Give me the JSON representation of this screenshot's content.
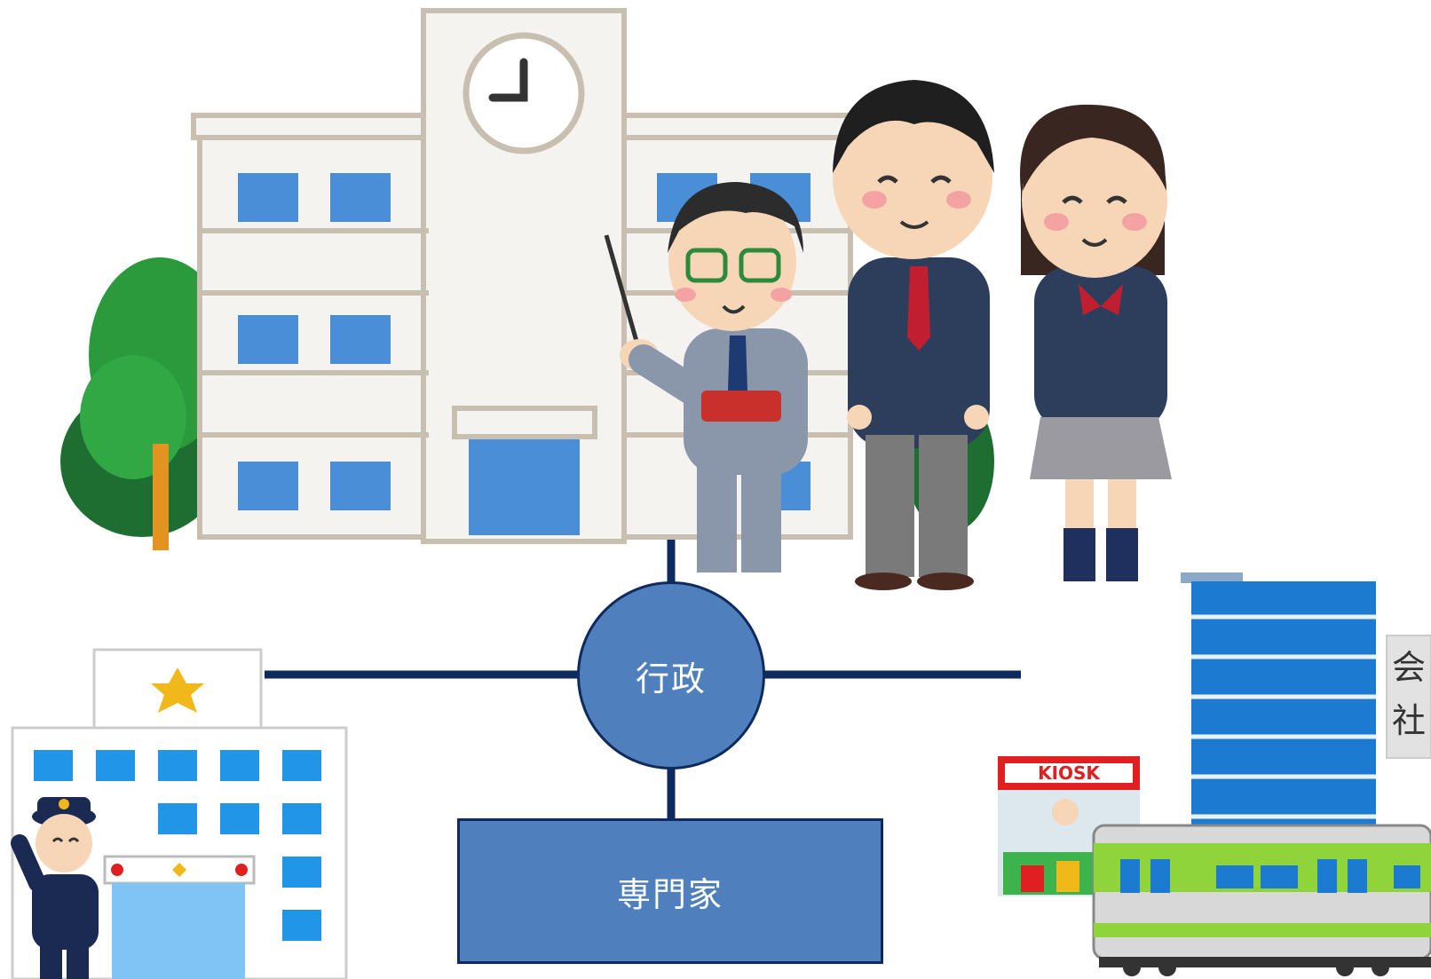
{
  "diagram": {
    "hub": {
      "label": "行政",
      "fill": "#4f80bd",
      "stroke": "#0e2a5e"
    },
    "expert": {
      "label": "専門家",
      "fill": "#4f80bd",
      "stroke": "#0e2a5e"
    },
    "connector_color": "#0e2a5e"
  },
  "illustrations": {
    "school": {
      "icon": "school-building-with-clock"
    },
    "teacher": {
      "icon": "teacher-with-pointer-and-book"
    },
    "students": {
      "icon": "boy-and-girl-students-in-uniform"
    },
    "police": {
      "icon": "police-station-with-officer"
    },
    "company": {
      "icon": "office-tower-with-sign",
      "sign_text": "会社"
    },
    "kiosk": {
      "icon": "kiosk-stand",
      "sign_text": "KIOSK"
    },
    "train": {
      "icon": "green-commuter-train"
    }
  }
}
